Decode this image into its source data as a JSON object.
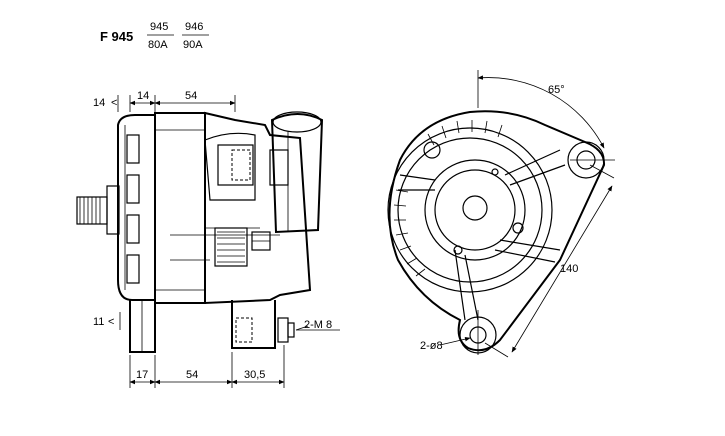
{
  "header": {
    "model": "F 945",
    "variants": [
      {
        "type": "945",
        "current": "80A"
      },
      {
        "type": "946",
        "current": "90A"
      }
    ]
  },
  "side_view": {
    "dimensions": {
      "top_left": "14",
      "top_gap": "14",
      "top_span": "54",
      "bottom_left_mark": "11",
      "bottom_a": "17",
      "bottom_b": "54",
      "bottom_c": "30,5"
    },
    "terminal_label": "2-M 8"
  },
  "front_view": {
    "angle_label": "65°",
    "distance_label": "140",
    "hole_label": "2-ø8"
  }
}
